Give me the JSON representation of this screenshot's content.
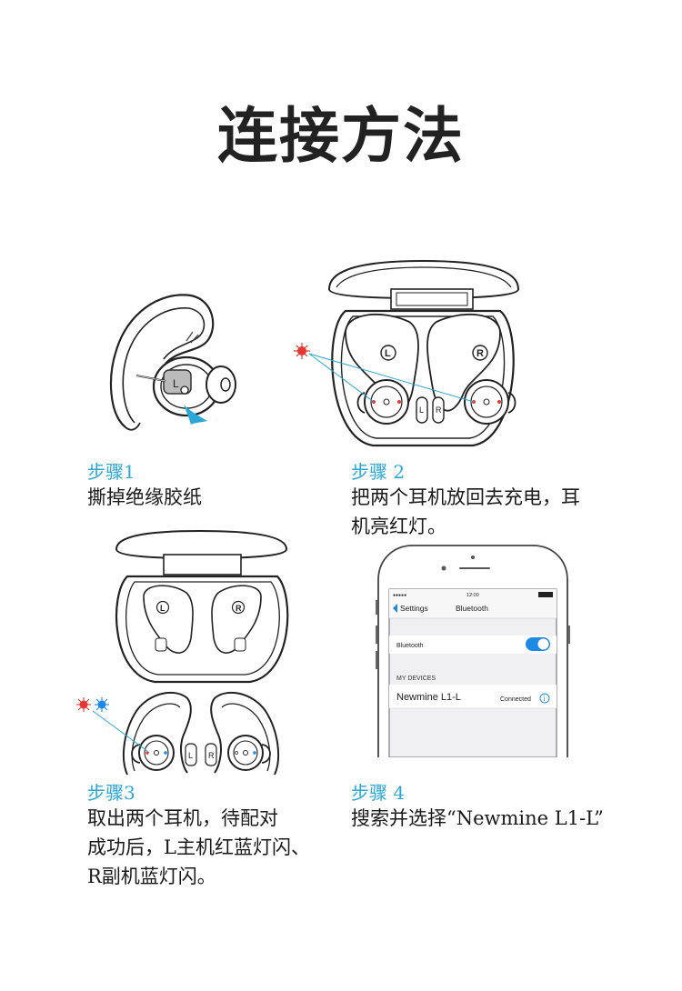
{
  "title": "连接方法",
  "steps": [
    {
      "label": "步骤1",
      "lines": [
        "撕掉绝缘胶纸"
      ]
    },
    {
      "label": "步骤 2",
      "lines": [
        "把两个耳机放回去充电，耳",
        "机亮红灯。"
      ]
    },
    {
      "label": "步骤3",
      "lines": [
        "取出两个耳机，待配对",
        "成功后，L主机红蓝灯闪、",
        "R副机蓝灯闪。"
      ]
    },
    {
      "label": "步骤 4",
      "lines": [
        "搜索并选择“Newmine L1-L”"
      ]
    }
  ],
  "earbud_marks": {
    "left": "L",
    "right": "R"
  },
  "phone": {
    "signal": "●●●●●",
    "time": "12:00",
    "back_label": "Settings",
    "screen_title": "Bluetooth",
    "bluetooth_row_label": "Bluetooth",
    "bluetooth_on": true,
    "section_header": "MY DEVICES",
    "device_name": "Newmine L1-L",
    "device_status": "Connected",
    "info_icon": "info-icon",
    "toggle_color": "#1e88e5"
  },
  "colors": {
    "accent": "#2ba7d8",
    "led_red": "#e53935",
    "led_blue": "#1e88e5"
  }
}
